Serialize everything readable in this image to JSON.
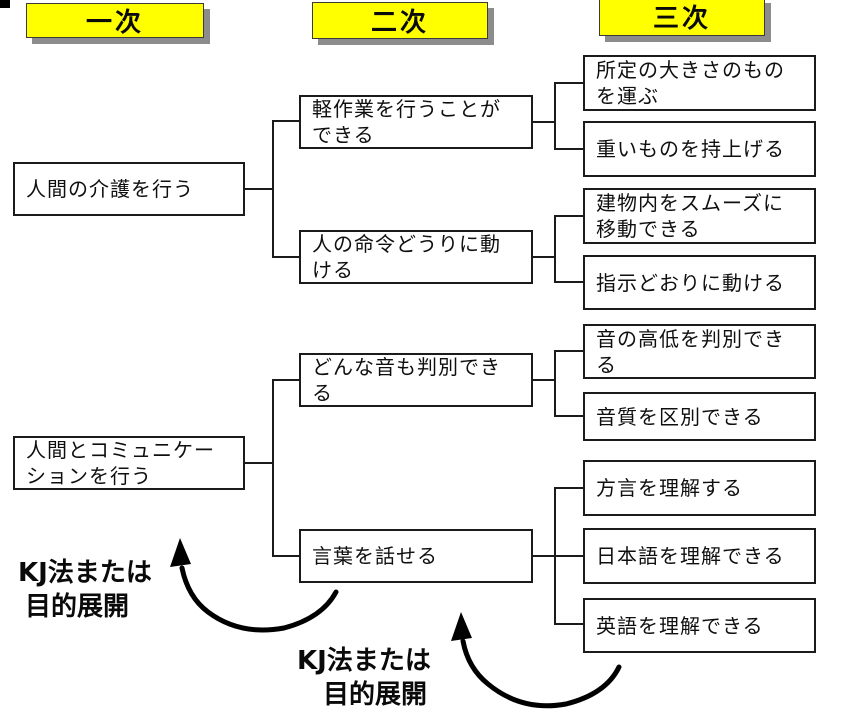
{
  "colors": {
    "header_bg": "#ffff00",
    "header_shadow": "#8c8c8c",
    "line": "#1b1b1b",
    "box_border": "#1b1b1b",
    "box_bg": "#ffffff",
    "arrow": "#000000"
  },
  "headers": [
    {
      "label": "一次"
    },
    {
      "label": "二次"
    },
    {
      "label": "三次"
    }
  ],
  "tree": [
    {
      "label": "人間の介護を行う",
      "children": [
        {
          "label": "軽作業を行うことが\nできる",
          "children": [
            {
              "label": "所定の大きさのもの\nを運ぶ"
            },
            {
              "label": "重いものを持上げる"
            }
          ]
        },
        {
          "label": "人の命令どうりに動\nける",
          "children": [
            {
              "label": "建物内をスムーズに\n移動できる"
            },
            {
              "label": "指示どおりに動ける"
            }
          ]
        }
      ]
    },
    {
      "label": "人間とコミュニケー\nションを行う",
      "children": [
        {
          "label": "どんな音も判別でき\nる",
          "children": [
            {
              "label": "音の高低を判別でき\nる"
            },
            {
              "label": "音質を区別できる"
            }
          ]
        },
        {
          "label": "言葉を話せる",
          "children": [
            {
              "label": "方言を理解する"
            },
            {
              "label": "日本語を理解できる"
            },
            {
              "label": "英語を理解できる"
            }
          ]
        }
      ]
    }
  ],
  "annotations": [
    {
      "line1": "KJ法または",
      "line2": "目的展開"
    },
    {
      "line1": "KJ法または",
      "line2": "目的展開"
    }
  ]
}
